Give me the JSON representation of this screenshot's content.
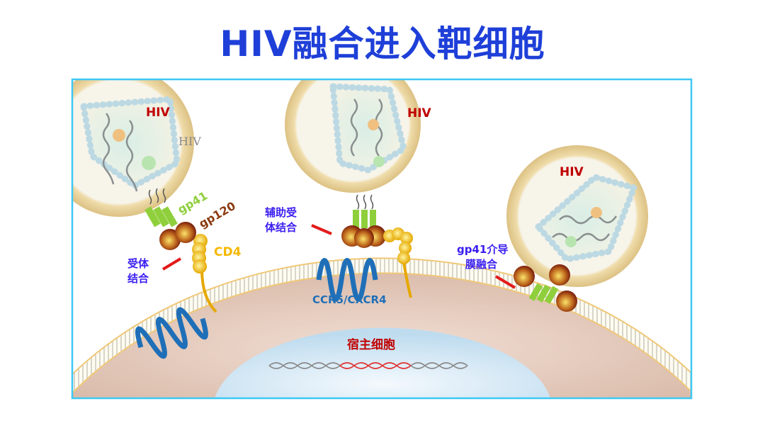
{
  "title": "HIV融合进入靶细胞",
  "labels": {
    "hiv_1": "HIV",
    "hiv_1_gray": "HIV",
    "hiv_2": "HIV",
    "hiv_3": "HIV",
    "gp41": "gp41",
    "gp120": "gp120",
    "cd4": "CD4",
    "receptor_binding_line1": "受体",
    "receptor_binding_line2": "结合",
    "coreceptor_binding_line1": "辅助受",
    "coreceptor_binding_line2": "体结合",
    "coreceptor": "CCR5/CXCR4",
    "fusion_line1": "gp41介导",
    "fusion_line2": "膜融合",
    "host_cell": "宿主细胞"
  },
  "colors": {
    "title": "#1e3fd8",
    "frame": "#3fc8f4",
    "hiv_label": "#c00000",
    "step_label": "#3a1ef0",
    "gp41": "#8fcf3c",
    "gp120": "#8b3a10",
    "cd4": "#f5b800",
    "coreceptor": "#1f6fb8"
  }
}
